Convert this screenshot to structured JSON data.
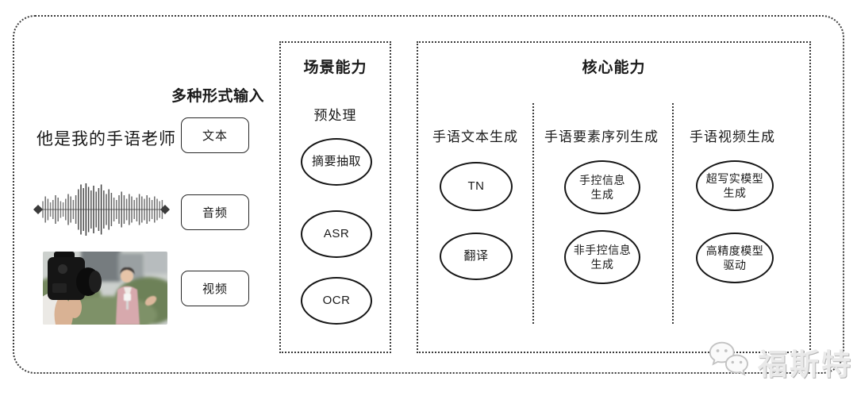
{
  "input_section": {
    "header": "多种形式输入",
    "sample_text": "他是我的手语老师",
    "types": [
      "文本",
      "音频",
      "视频"
    ],
    "icons": [
      "audio-waveform-icon",
      "reporter-video-still"
    ]
  },
  "scene_box": {
    "title": "场景能力",
    "subtitle": "预处理",
    "nodes": [
      "摘要抽取",
      "ASR",
      "OCR"
    ]
  },
  "core_box": {
    "title": "核心能力",
    "columns": [
      {
        "header": "手语文本生成",
        "nodes": [
          "TN",
          "翻译"
        ]
      },
      {
        "header": "手语要素序列生成",
        "nodes": [
          "手控信息\n生成",
          "非手控信息\n生成"
        ]
      },
      {
        "header": "手语视频生成",
        "nodes": [
          "超写实模型\n生成",
          "高精度模型\n驱动"
        ]
      }
    ]
  },
  "watermark": {
    "text": "福斯特",
    "logo": "wechat-icon"
  },
  "colors": {
    "background": "#ffffff",
    "line": "#3a3a3a",
    "node_border": "#161616",
    "text": "#1a1a1a",
    "watermark": "#d9d9d9"
  }
}
